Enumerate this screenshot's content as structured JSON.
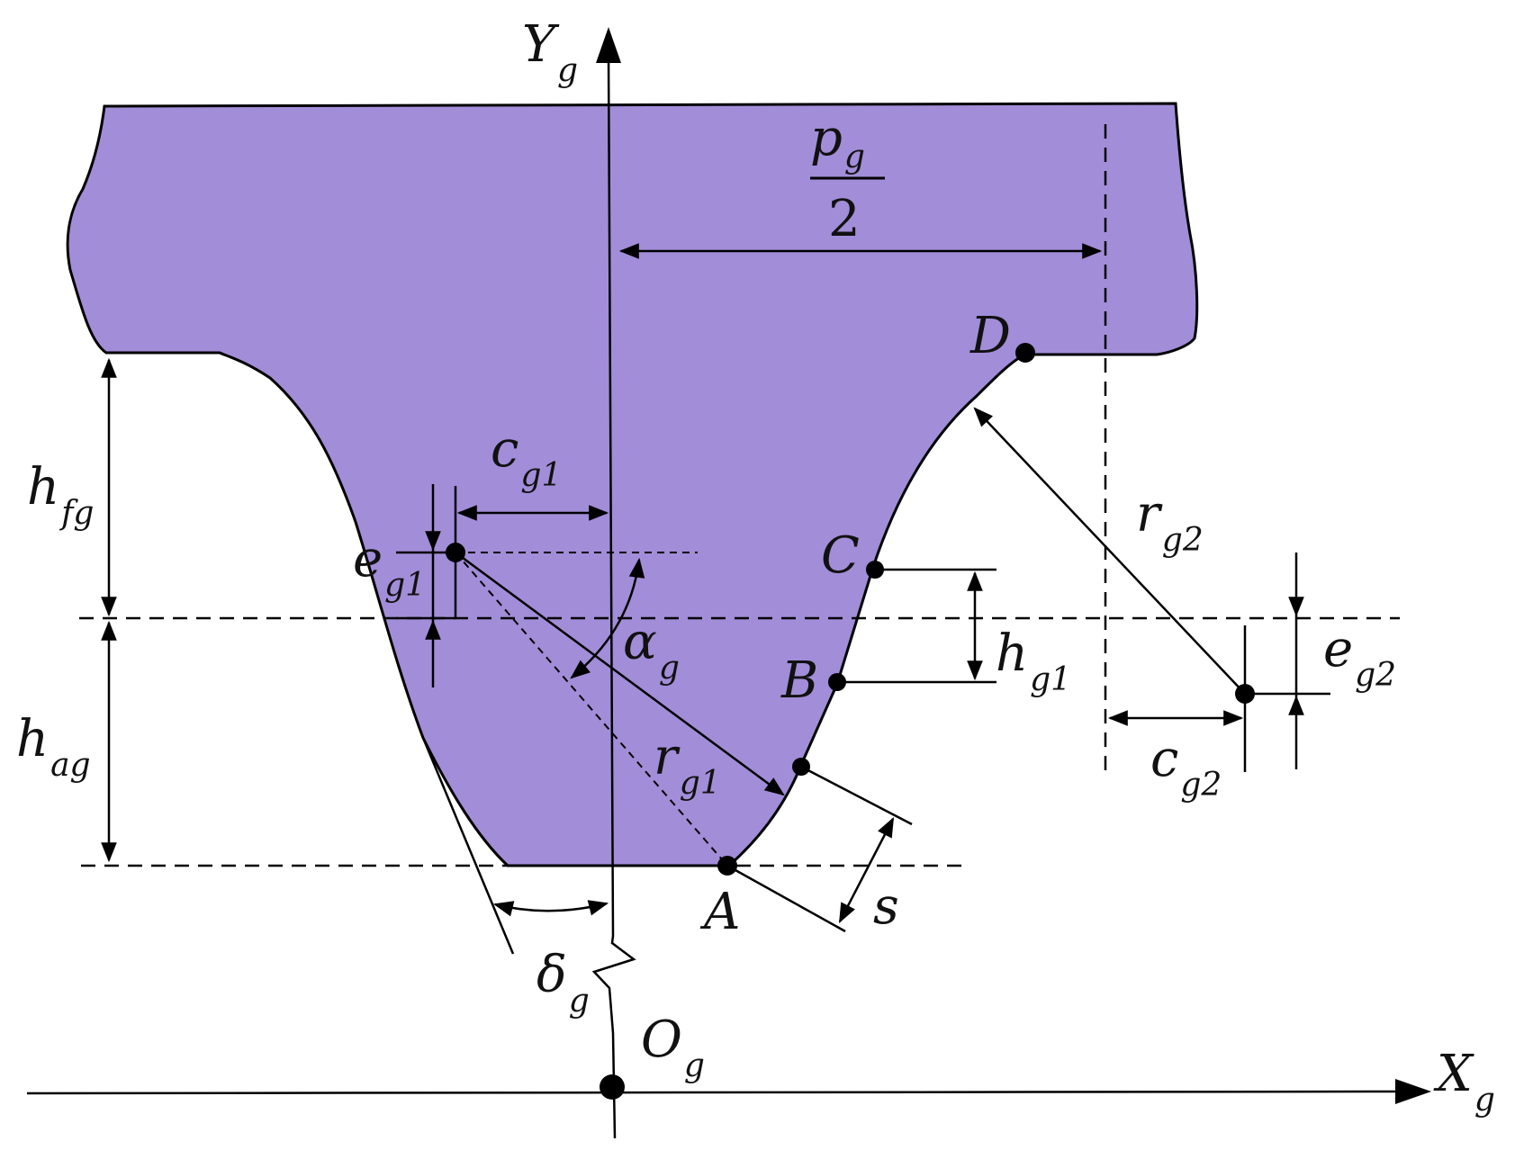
{
  "colors": {
    "tooth_fill": "#A28DD8",
    "stroke": "#000000",
    "background": "#ffffff"
  },
  "labels": {
    "y_axis": {
      "base": "Y",
      "sub": "g"
    },
    "x_axis": {
      "base": "X",
      "sub": "g"
    },
    "origin": {
      "base": "O",
      "sub": "g"
    },
    "pitch_num": {
      "base": "p",
      "sub": "g"
    },
    "pitch_den": "2",
    "h_fg": {
      "base": "h",
      "sub": "fg"
    },
    "h_ag": {
      "base": "h",
      "sub": "ag"
    },
    "c_g1": {
      "base": "c",
      "sub": "g1"
    },
    "e_g1": {
      "base": "e",
      "sub": "g1"
    },
    "alpha_g": {
      "base": "α",
      "sub": "g"
    },
    "r_g1": {
      "base": "r",
      "sub": "g1"
    },
    "r_g2": {
      "base": "r",
      "sub": "g2"
    },
    "h_g1": {
      "base": "h",
      "sub": "g1"
    },
    "e_g2": {
      "base": "e",
      "sub": "g2"
    },
    "c_g2": {
      "base": "c",
      "sub": "g2"
    },
    "delta_g": {
      "base": "δ",
      "sub": "g"
    },
    "s": "s",
    "point_a": "A",
    "point_b": "B",
    "point_c": "C",
    "point_d": "D"
  }
}
